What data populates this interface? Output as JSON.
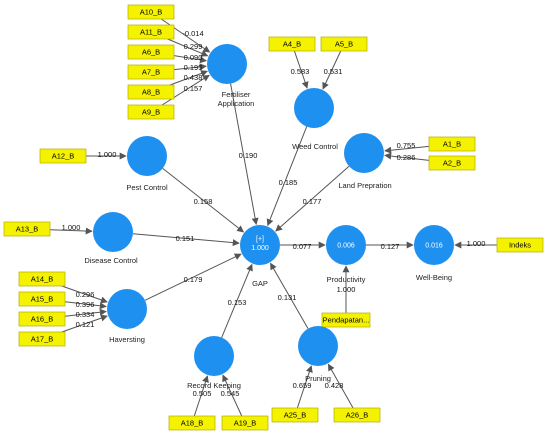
{
  "colors": {
    "construct": "#1e90f0",
    "indicator": "#f5f200",
    "edge": "#555555"
  },
  "constructs": [
    {
      "id": "fertiliser",
      "label": "Fertiliser Application",
      "value": ""
    },
    {
      "id": "weed",
      "label": "Weed Control",
      "value": ""
    },
    {
      "id": "pest",
      "label": "Pest Control",
      "value": ""
    },
    {
      "id": "land",
      "label": "Land Prepration",
      "value": ""
    },
    {
      "id": "disease",
      "label": "Disease Control",
      "value": ""
    },
    {
      "id": "gap",
      "label": "GAP",
      "value": "1.000",
      "marker": "[+]"
    },
    {
      "id": "productivity",
      "label": "Productivity",
      "value": "0.006"
    },
    {
      "id": "wellbeing",
      "label": "Well-Being",
      "value": "0.016"
    },
    {
      "id": "haversting",
      "label": "Haversting",
      "value": ""
    },
    {
      "id": "record",
      "label": "Record Keeping",
      "value": ""
    },
    {
      "id": "pruning",
      "label": "Pruning",
      "value": ""
    }
  ],
  "indicators": [
    {
      "id": "A10_B",
      "label": "A10_B",
      "weight": "-0.014"
    },
    {
      "id": "A11_B",
      "label": "A11_B",
      "weight": "0.299"
    },
    {
      "id": "A6_B",
      "label": "A6_B",
      "weight": "0.090"
    },
    {
      "id": "A7_B",
      "label": "A7_B",
      "weight": "0.195"
    },
    {
      "id": "A8_B",
      "label": "A8_B",
      "weight": "0.438"
    },
    {
      "id": "A9_B",
      "label": "A9_B",
      "weight": "0.157"
    },
    {
      "id": "A4_B",
      "label": "A4_B",
      "weight": "0.583"
    },
    {
      "id": "A5_B",
      "label": "A5_B",
      "weight": "0.531"
    },
    {
      "id": "A1_B",
      "label": "A1_B",
      "weight": "0.755"
    },
    {
      "id": "A2_B",
      "label": "A2_B",
      "weight": "0.286"
    },
    {
      "id": "A12_B",
      "label": "A12_B",
      "weight": "1.000"
    },
    {
      "id": "A13_B",
      "label": "A13_B",
      "weight": "1.000"
    },
    {
      "id": "A14_B",
      "label": "A14_B",
      "weight": "0.296"
    },
    {
      "id": "A15_B",
      "label": "A15_B",
      "weight": "0.396"
    },
    {
      "id": "A16_B",
      "label": "A16_B",
      "weight": "0.334"
    },
    {
      "id": "A17_B",
      "label": "A17_B",
      "weight": "0.121"
    },
    {
      "id": "Indeks",
      "label": "Indeks",
      "weight": "1.000"
    },
    {
      "id": "Pendapatan",
      "label": "Pendapatan...",
      "weight": "1.000"
    },
    {
      "id": "A18_B",
      "label": "A18_B",
      "weight": "0.505"
    },
    {
      "id": "A19_B",
      "label": "A19_B",
      "weight": "0.545"
    },
    {
      "id": "A25_B",
      "label": "A25_B",
      "weight": "0.659"
    },
    {
      "id": "A26_B",
      "label": "A26_B",
      "weight": "0.428"
    }
  ],
  "paths": [
    {
      "from": "fertiliser",
      "to": "gap",
      "coef": "0.190"
    },
    {
      "from": "weed",
      "to": "gap",
      "coef": "0.185"
    },
    {
      "from": "land",
      "to": "gap",
      "coef": "0.177"
    },
    {
      "from": "pest",
      "to": "gap",
      "coef": "0.158"
    },
    {
      "from": "disease",
      "to": "gap",
      "coef": "0.151"
    },
    {
      "from": "haversting",
      "to": "gap",
      "coef": "0.179"
    },
    {
      "from": "record",
      "to": "gap",
      "coef": "0.153"
    },
    {
      "from": "pruning",
      "to": "gap",
      "coef": "0.131"
    },
    {
      "from": "gap",
      "to": "productivity",
      "coef": "0.077"
    },
    {
      "from": "productivity",
      "to": "wellbeing",
      "coef": "0.127"
    }
  ]
}
